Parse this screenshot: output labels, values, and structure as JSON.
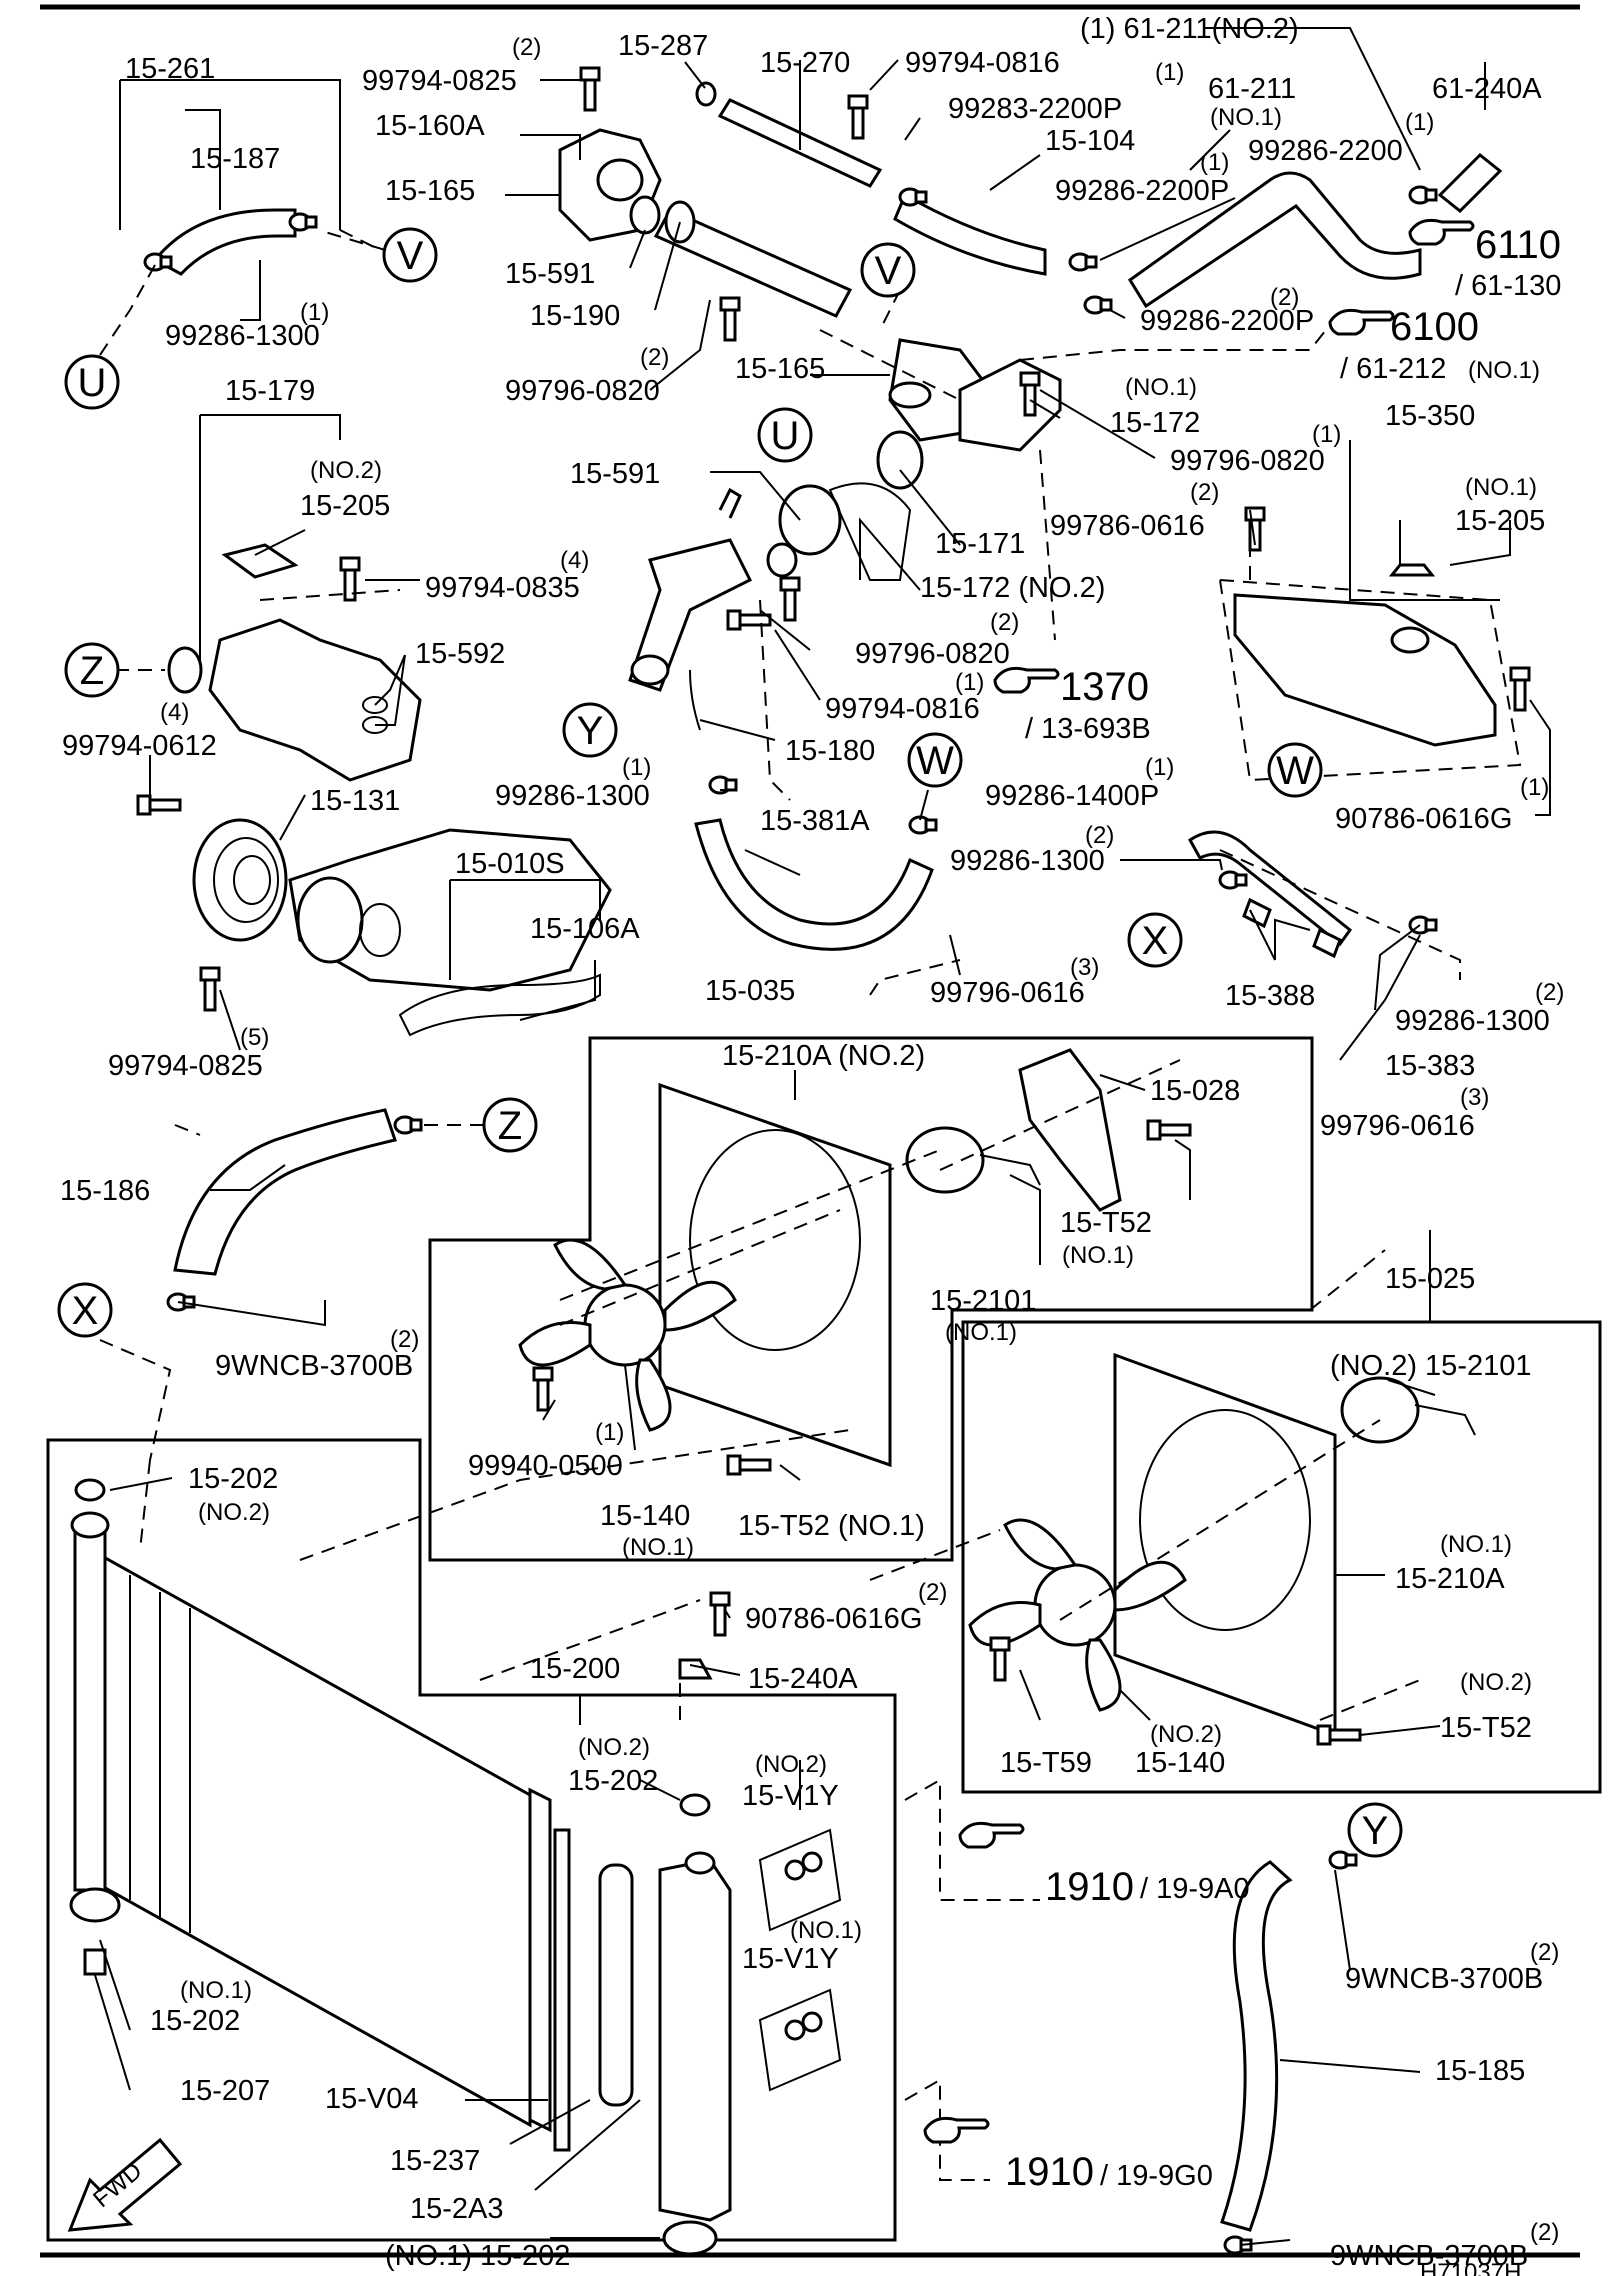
{
  "labels": {
    "l_15_261": "15-261",
    "l_15_187": "15-187",
    "l_99794_0825_top": "99794-0825",
    "l_15_287": "15-287",
    "l_15_270": "15-270",
    "l_99794_0816_top": "99794-0816",
    "l_61_211_no2": "(1) 61-211(NO.2)",
    "l_61_211_no1": "61-211",
    "l_no1_a": "(NO.1)",
    "l_61_240a": "61-240A",
    "l_15_160a": "15-160A",
    "l_99283": "99283-2200P",
    "l_15_104": "15-104",
    "l_99286_2200_a": "99286-2200",
    "l_15_165_a": "15-165",
    "l_99286_2200p_b": "99286-2200P",
    "l_6110": "6110",
    "l_61_130": "/ 61-130",
    "l_15_591_a": "15-591",
    "l_15_190": "15-190",
    "l_99286_1300_a": "99286-1300",
    "l_99286_2200p_c": "99286-2200P",
    "l_6100": "6100",
    "l_61_212": "/ 61-212",
    "l_no1_212": "(NO.1)",
    "l_15_165_b": "15-165",
    "l_99796_0820_a": "99796-0820",
    "l_15_179": "15-179",
    "l_no1_b": "(NO.1)",
    "l_15_172_a": "15-172",
    "l_15_350": "15-350",
    "l_15_591_b": "15-591",
    "l_99796_0820_b": "99796-0820",
    "l_no2_a": "(NO.2)",
    "l_15_205_a": "15-205",
    "l_no1_c": "(NO.1)",
    "l_15_205_b": "15-205",
    "l_99786_0616": "99786-0616",
    "l_15_171": "15-171",
    "l_99794_0835": "99794-0835",
    "l_15_172_b": "15-172 (NO.2)",
    "l_15_592": "15-592",
    "l_99796_0820_c": "99796-0820",
    "l_99794_0816_b": "99794-0816",
    "l_1370": "1370",
    "l_13_693b": "/ 13-693B",
    "l_99794_0612": "99794-0612",
    "l_15_180": "15-180",
    "l_15_131": "15-131",
    "l_99286_1300_b": "99286-1300",
    "l_99286_1400p": "99286-1400P",
    "l_90786_0616g_a": "90786-0616G",
    "l_15_381a": "15-381A",
    "l_15_010s": "15-010S",
    "l_99286_1300_c": "99286-1300",
    "l_15_106a": "15-106A",
    "l_99796_0616_a": "99796-0616",
    "l_15_388": "15-388",
    "l_99286_1300_d": "99286-1300",
    "l_99794_0825_b": "99794-0825",
    "l_15_035": "15-035",
    "l_15_383": "15-383",
    "l_15_210a_no2": "15-210A (NO.2)",
    "l_15_028": "15-028",
    "l_99796_0616_b": "99796-0616",
    "l_15_186": "15-186",
    "l_15_t52_a": "15-T52",
    "l_no1_d": "(NO.1)",
    "l_15_2101_a": "15-2101",
    "l_no1_e": "(NO.1)",
    "l_15_025": "15-025",
    "l_9wncb_a": "9WNCB-3700B",
    "l_no2_2101": "(NO.2) 15-2101",
    "l_99940_0500": "99940-0500",
    "l_15_140_a": "15-140",
    "l_no1_f": "(NO.1)",
    "l_15_t52_b": "15-T52 (NO.1)",
    "l_15_202_a": "15-202",
    "l_no2_b": "(NO.2)",
    "l_no1_g": "(NO.1)",
    "l_15_210a_b": "15-210A",
    "l_90786_0616g_b": "90786-0616G",
    "l_15_240a": "15-240A",
    "l_15_200": "15-200",
    "l_no2_c": "(NO.2)",
    "l_15_t52_c": "15-T52",
    "l_no2_d": "(NO.2)",
    "l_15_202_b": "15-202",
    "l_no2_e": "(NO.2)",
    "l_15_v1y_a": "15-V1Y",
    "l_15_t59": "15-T59",
    "l_no2_f": "(NO.2)",
    "l_15_140_b": "15-140",
    "l_1910_a": "1910",
    "l_19_9a0": "/ 19-9A0",
    "l_no1_h": "(NO.1)",
    "l_15_v1y_b": "15-V1Y",
    "l_no1_i": "(NO.1)",
    "l_15_202_c": "15-202",
    "l_9wncb_b": "9WNCB-3700B",
    "l_15_185": "15-185",
    "l_15_207": "15-207",
    "l_15_v04": "15-V04",
    "l_15_237": "15-237",
    "l_1910_b": "1910",
    "l_19_9g0": "/ 19-9G0",
    "l_15_2a3": "15-2A3",
    "l_15_202_d": "(NO.1) 15-202",
    "l_9wncb_c": "9WNCB-3700B",
    "l_fwd": "FWD",
    "l_footer": "H71037H"
  },
  "quantities": {
    "q_a": "(2)",
    "q_b": "(1)",
    "q_c": "(1)",
    "q_d": "(1)",
    "q_e": "(1)",
    "q_f": "(2)",
    "q_g": "(1)",
    "q_h": "(2)",
    "q_i": "(4)",
    "q_j": "(2)",
    "q_k": "(2)",
    "q_l": "(2)",
    "q_m": "(1)",
    "q_n": "(4)",
    "q_o": "(1)",
    "q_p": "(1)",
    "q_q": "(1)",
    "q_r": "(2)",
    "q_s": "(3)",
    "q_t": "(2)",
    "q_u": "(5)",
    "q_v": "(3)",
    "q_w": "(2)",
    "q_x": "(1)",
    "q_y": "(2)",
    "q_z": "(2)",
    "q_aa": "(2)",
    "q_ab": "(1)",
    "q_ac": "(1)"
  },
  "markers": {
    "U": "U",
    "V": "V",
    "W": "W",
    "X": "X",
    "Y": "Y",
    "Z": "Z"
  }
}
